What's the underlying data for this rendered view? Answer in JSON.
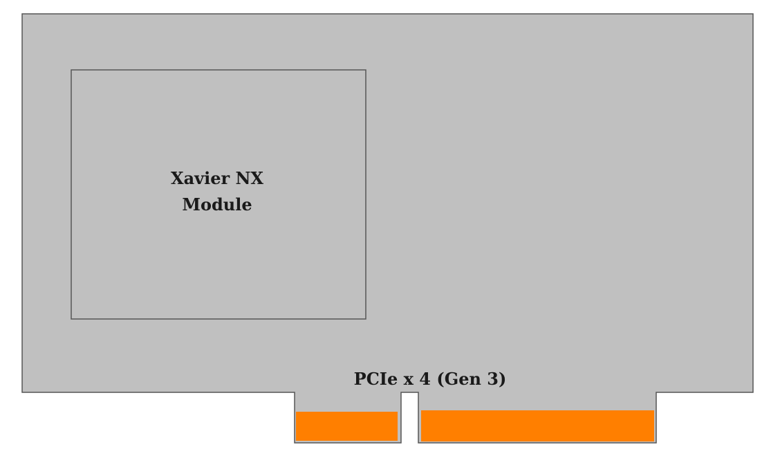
{
  "module": {
    "line1": "Xavier NX",
    "line2": "Module"
  },
  "connector": {
    "label": "PCIe x 4 (Gen 3)"
  },
  "colors": {
    "board": "#c0c0c0",
    "outline": "#555555",
    "contacts": "#ff7f00"
  }
}
